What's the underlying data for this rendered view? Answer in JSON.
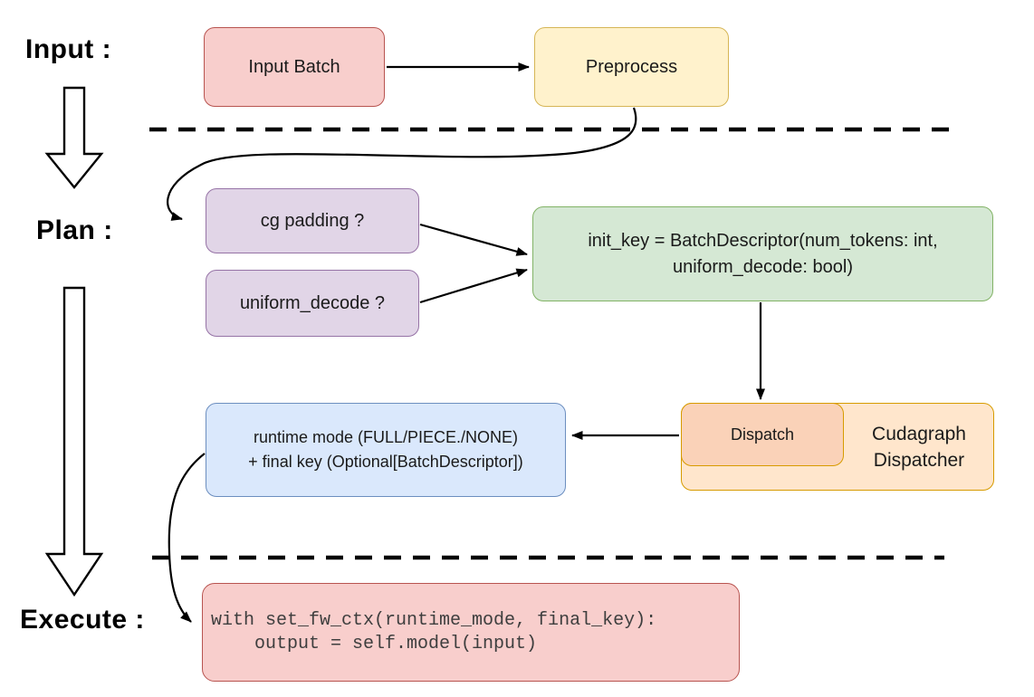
{
  "section_labels": {
    "input": "Input :",
    "plan": "Plan :",
    "execute": "Execute :"
  },
  "nodes": {
    "input_batch": {
      "label": "Input Batch"
    },
    "preprocess": {
      "label": "Preprocess"
    },
    "cg_padding": {
      "label": "cg padding ?"
    },
    "uniform_decode": {
      "label": "uniform_decode ?"
    },
    "init_key": {
      "line1": "init_key = BatchDescriptor(num_tokens: int,",
      "line2": "uniform_decode: bool)"
    },
    "runtime_mode": {
      "line1": "runtime mode (FULL/PIECE./NONE)",
      "line2": "+ final key (Optional[BatchDescriptor])"
    },
    "dispatch": {
      "label": "Dispatch"
    },
    "cudagraph_dispatcher": {
      "line1": "Cudagraph",
      "line2": "Dispatcher"
    },
    "execute_code": {
      "line1": "with set_fw_ctx(runtime_mode, final_key):",
      "line2": "    output = self.model(input)"
    }
  },
  "colors": {
    "red_fill": "#F8CECC",
    "red_stroke": "#B85450",
    "yellow_fill": "#FFF2CC",
    "yellow_stroke": "#D6B656",
    "purple_fill": "#E1D5E7",
    "purple_stroke": "#9673A6",
    "green_fill": "#D5E8D4",
    "green_stroke": "#82B366",
    "blue_fill": "#DAE8FC",
    "blue_stroke": "#6C8EBF",
    "orange_fill": "#FFE6CC",
    "orange_stroke": "#D79B00",
    "dispatch_fill": "#FAD2B8",
    "connector": "#000000"
  }
}
